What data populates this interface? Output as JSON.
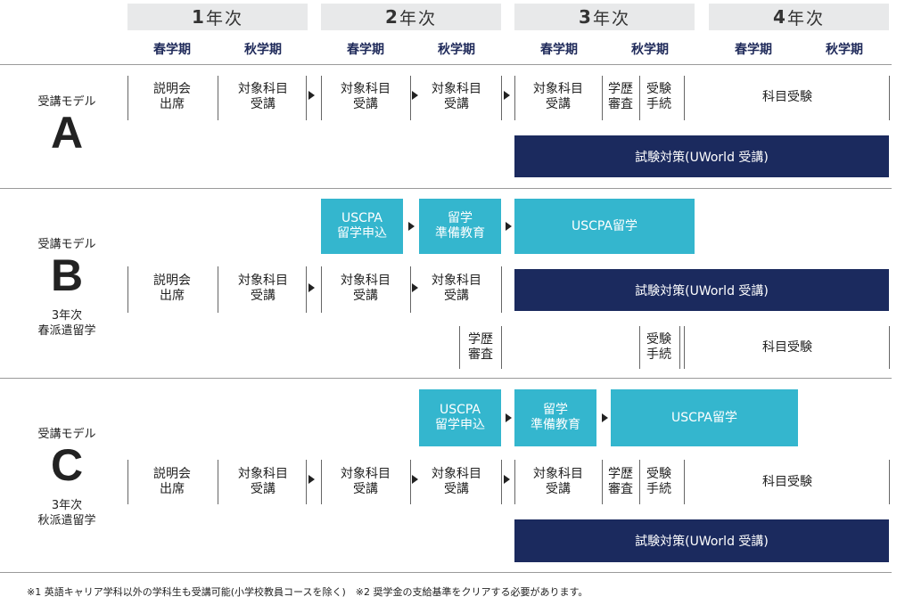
{
  "years": [
    {
      "num": "1",
      "label": "年次"
    },
    {
      "num": "2",
      "label": "年次"
    },
    {
      "num": "3",
      "label": "年次"
    },
    {
      "num": "4",
      "label": "年次"
    }
  ],
  "semesters": [
    "春学期",
    "秋学期",
    "春学期",
    "秋学期",
    "春学期",
    "秋学期",
    "春学期",
    "秋学期"
  ],
  "modelA": {
    "label": "受講モデル",
    "letter": "A",
    "cells": [
      "説明会\n出席",
      "対象科目\n受講",
      "対象科目\n受講",
      "対象科目\n受講",
      "対象科目\n受講",
      "学歴\n審査",
      "受験\n手続",
      "科目受験"
    ],
    "exam_prep": "試験対策(UWorld 受講)"
  },
  "modelB": {
    "label": "受講モデル",
    "letter": "B",
    "sub1": "3年次",
    "sub2": "春派遣留学",
    "cyan": [
      "USCPA\n留学申込",
      "留学\n準備教育",
      "USCPA留学"
    ],
    "cells": [
      "説明会\n出席",
      "対象科目\n受講",
      "対象科目\n受講",
      "対象科目\n受講"
    ],
    "exam_prep": "試験対策(UWorld 受講)",
    "row3": [
      "学歴\n審査",
      "受験\n手続",
      "科目受験"
    ]
  },
  "modelC": {
    "label": "受講モデル",
    "letter": "C",
    "sub1": "3年次",
    "sub2": "秋派遣留学",
    "cyan": [
      "USCPA\n留学申込",
      "留学\n準備教育",
      "USCPA留学"
    ],
    "cells": [
      "説明会\n出席",
      "対象科目\n受講",
      "対象科目\n受講",
      "対象科目\n受講",
      "対象科目\n受講",
      "学歴\n審査",
      "受験\n手続",
      "科目受験"
    ],
    "exam_prep": "試験対策(UWorld 受講)"
  },
  "footnote": "※1 英語キャリア学科以外の学科生も受講可能(小学校教員コースを除く)　※2 奨学金の支給基準をクリアする必要があります。"
}
